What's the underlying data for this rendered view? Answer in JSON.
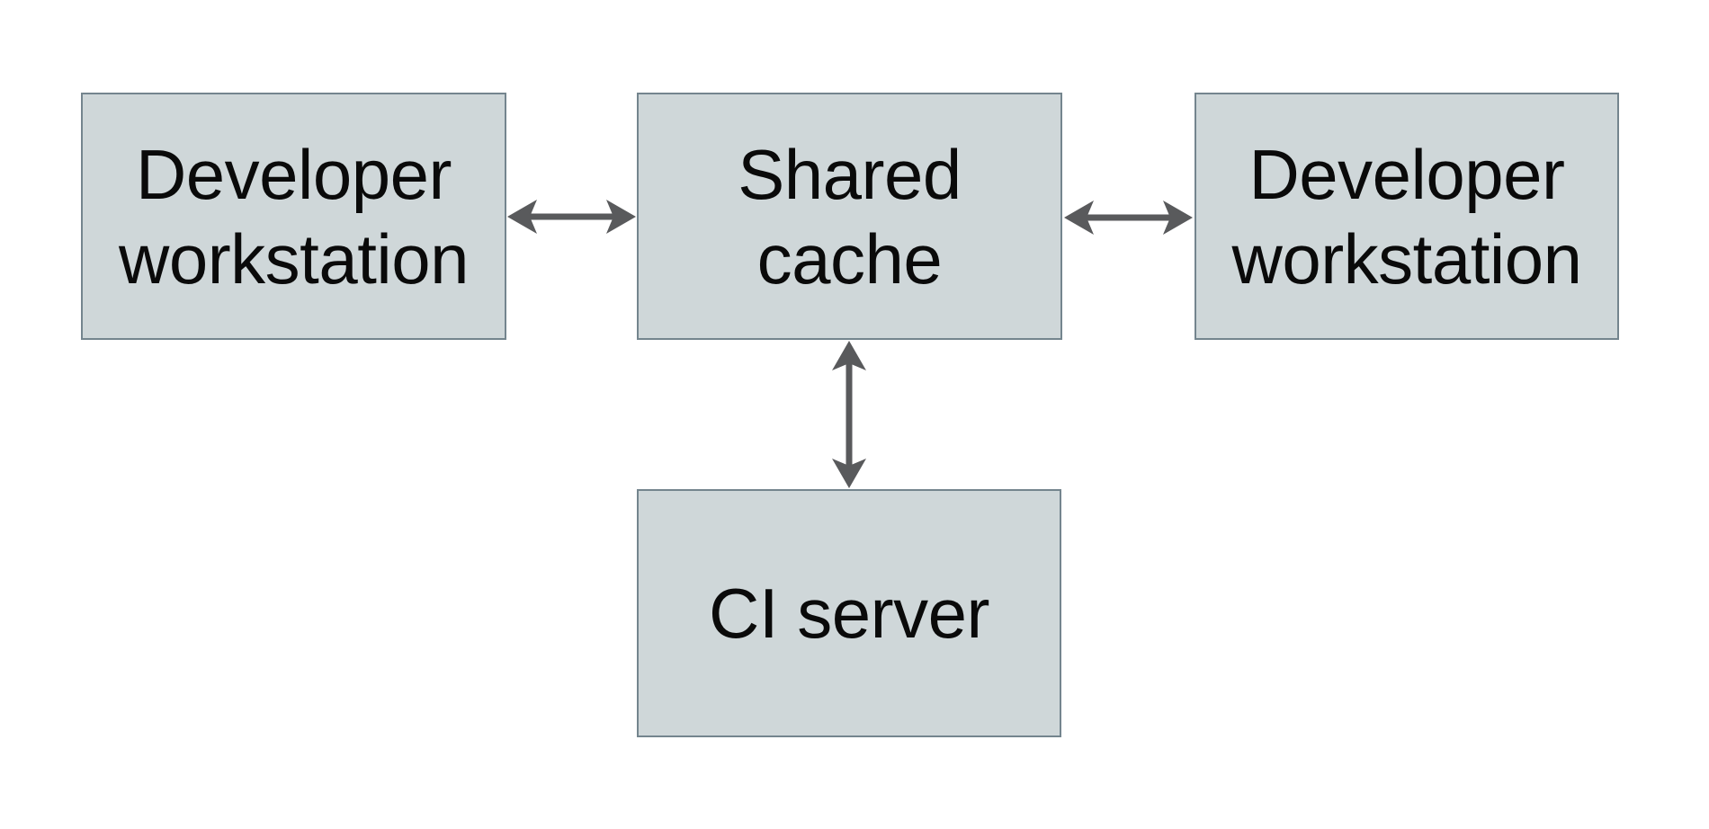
{
  "diagram": {
    "nodes": [
      {
        "id": "developer-workstation-left",
        "label": "Developer\nworkstation"
      },
      {
        "id": "shared-cache",
        "label": "Shared\ncache"
      },
      {
        "id": "developer-workstation-right",
        "label": "Developer\nworkstation"
      },
      {
        "id": "ci-server",
        "label": "CI server"
      }
    ],
    "edges": [
      {
        "from": "developer-workstation-left",
        "to": "shared-cache",
        "type": "bidirectional"
      },
      {
        "from": "shared-cache",
        "to": "developer-workstation-right",
        "type": "bidirectional"
      },
      {
        "from": "shared-cache",
        "to": "ci-server",
        "type": "bidirectional"
      }
    ]
  },
  "theme": {
    "background": "#ffffff",
    "node-fill": "#cfd7d9",
    "node-border": "#74858e",
    "arrow-color": "#595a5c",
    "text-color": "#0a0a0a"
  }
}
